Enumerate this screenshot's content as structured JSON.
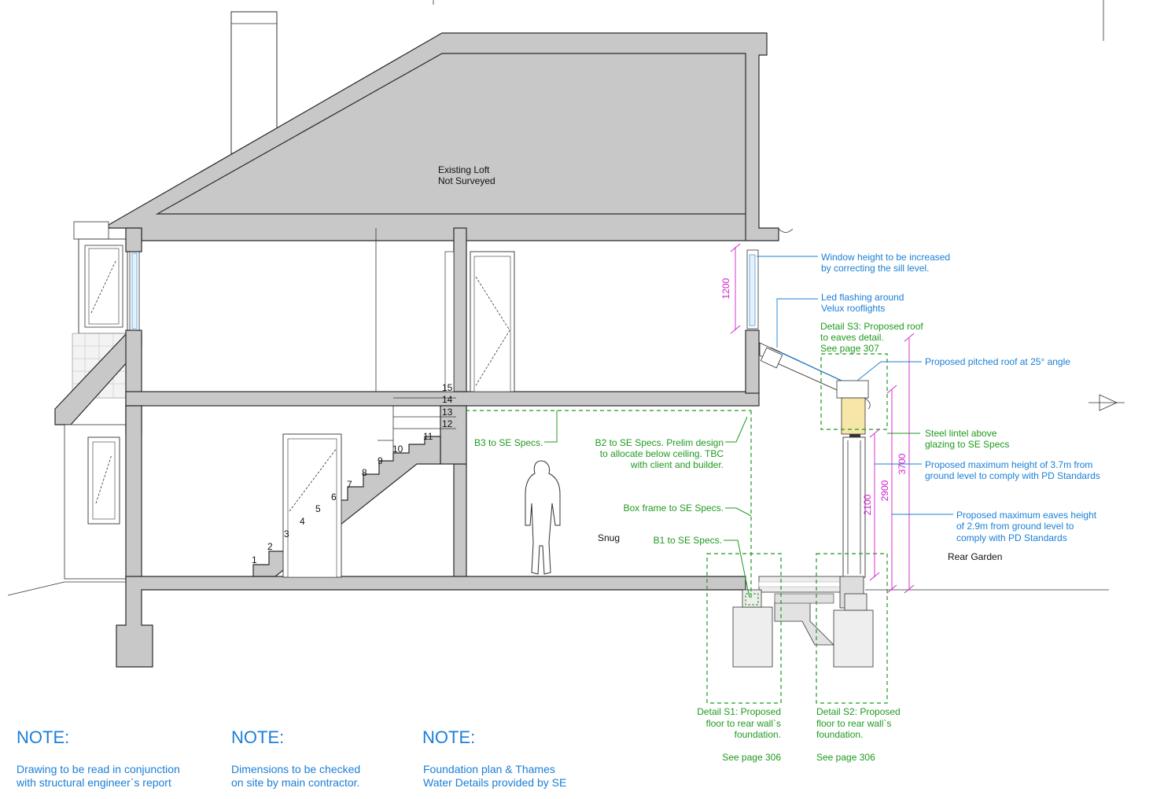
{
  "labels": {
    "loft_1": "Existing Loft",
    "loft_2": "Not Surveyed",
    "snug": "Snug",
    "rear_garden": "Rear Garden"
  },
  "stairs": [
    "1",
    "2",
    "3",
    "4",
    "5",
    "6",
    "7",
    "8",
    "9",
    "10",
    "11",
    "12",
    "13",
    "14",
    "15"
  ],
  "structural": {
    "b3": "B3 to SE Specs.",
    "b2_1": "B2 to SE Specs. Prelim design",
    "b2_2": "to allocate below ceiling. TBC",
    "b2_3": "with client and builder.",
    "box_frame": "Box frame to SE Specs.",
    "b1": "B1 to SE Specs."
  },
  "annotations": {
    "window_1": "Window height to be increased",
    "window_2": "by correcting the sill level.",
    "flashing_1": "Led flashing around",
    "flashing_2": "Velux rooflights",
    "pitched_roof": "Proposed pitched roof at 25° angle",
    "lintel_1": "Steel lintel above",
    "lintel_2": "glazing to SE Specs",
    "max_height_1": "Proposed maximum height of 3.7m from",
    "max_height_2": "ground level to comply with PD Standards",
    "eaves_1": "Proposed maximum eaves height",
    "eaves_2": "of 2.9m from ground level to",
    "eaves_3": "comply with PD Standards"
  },
  "details": {
    "s3_1": "Detail S3: Proposed roof",
    "s3_2": "to eaves detail.",
    "s3_3": "See page 307",
    "s1_1": "Detail S1: Proposed",
    "s1_2": "floor to rear wall`s",
    "s1_3": "foundation.",
    "s1_page": "See page 306",
    "s2_1": "Detail S2: Proposed",
    "s2_2": "floor to rear wall`s",
    "s2_3": "foundation.",
    "s2_page": "See page 306"
  },
  "dimensions": {
    "d1200": "1200",
    "d2100": "2100",
    "d2900": "2900",
    "d3700": "3700"
  },
  "notes": [
    {
      "heading": "NOTE:",
      "line1": "Drawing to be read in conjunction",
      "line2": "with structural engineer`s report"
    },
    {
      "heading": "NOTE:",
      "line1": "Dimensions to be checked",
      "line2": "on site by main contractor."
    },
    {
      "heading": "NOTE:",
      "line1": "Foundation plan & Thames",
      "line2": "Water Details provided by SE"
    }
  ],
  "colors": {
    "annotation_blue": "#1a7fd6",
    "structural_green": "#1f9a1f",
    "dimension_magenta": "#d21fcf",
    "wall_grey": "#c8c8c8"
  }
}
